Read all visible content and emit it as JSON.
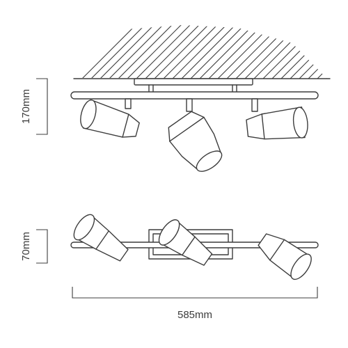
{
  "diagram": {
    "height_side_view": "170mm",
    "height_top_view": "70mm",
    "width_overall": "585mm"
  },
  "colors": {
    "line": "#3c3c3c",
    "background": "#ffffff"
  }
}
